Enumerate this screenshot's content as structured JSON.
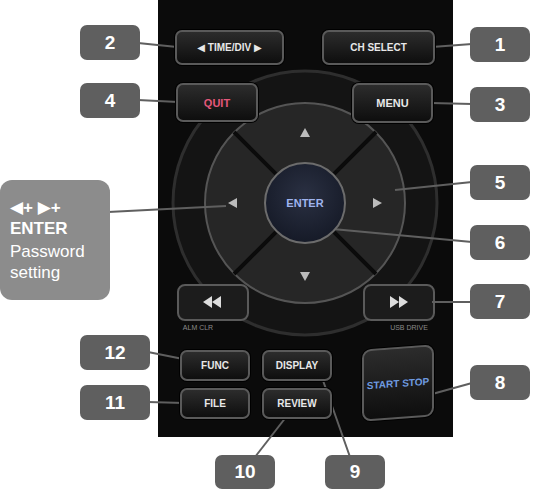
{
  "diagram": {
    "nodes": [
      {
        "text": [
          "◀ TIME/DIV ▶"
        ]
      },
      {
        "text": [
          "CH SELECT"
        ]
      },
      {
        "text": [
          "QUIT"
        ]
      },
      {
        "text": [
          "MENU"
        ]
      },
      {
        "text": [
          "◀+ ▶+ ENTER",
          "Password setting"
        ]
      },
      {
        "text": [
          "ENTER"
        ]
      },
      {
        "text": [
          "FUNC"
        ]
      },
      {
        "text": [
          "DISPLAY"
        ]
      },
      {
        "text": [
          "START STOP"
        ]
      },
      {
        "text": [
          "FILE"
        ]
      },
      {
        "text": [
          "REVIEW"
        ]
      }
    ],
    "labels": [
      "2",
      "1",
      "4",
      "3",
      "5",
      "6",
      "ALM CLR",
      "USB DRIVE",
      "7",
      "12",
      "8",
      "11",
      "10",
      "9"
    ]
  }
}
